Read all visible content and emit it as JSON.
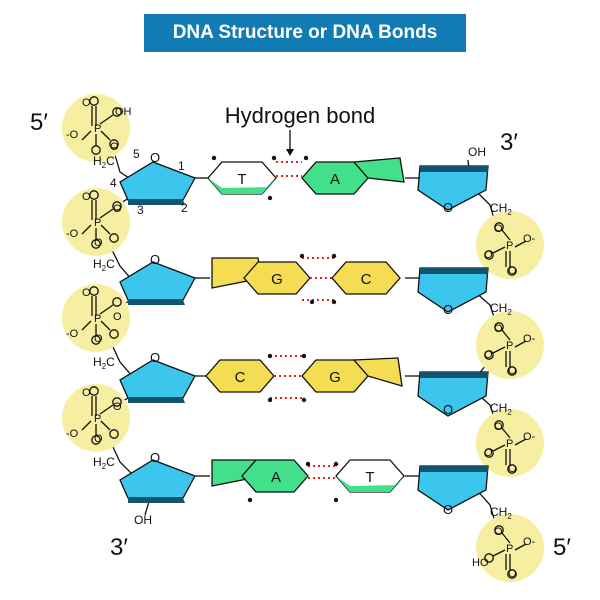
{
  "title": "DNA Structure or DNA Bonds",
  "annotations": {
    "five_prime_top": "5′",
    "three_prime_top": "3′",
    "three_prime_bottom": "3′",
    "five_prime_bottom": "5′",
    "hydrogen_bond": "Hydrogen bond"
  },
  "numbering": {
    "c1": "1",
    "c2": "2",
    "c3": "3",
    "c4": "4",
    "c5": "5"
  },
  "atoms": {
    "O": "O",
    "P": "P",
    "OH": "OH",
    "HO": "HO",
    "neg_O": "-O",
    "O_neg": "O-",
    "H2C": "H",
    "CH2": "CH",
    "sub2": "2"
  },
  "pairs": [
    {
      "left": "T",
      "right": "A"
    },
    {
      "left": "G",
      "right": "C"
    },
    {
      "left": "C",
      "right": "G"
    },
    {
      "left": "A",
      "right": "T"
    }
  ],
  "colors": {
    "title_bg": "#137bb3",
    "sugar": "#3cc6ee",
    "sugar_edge": "#12546e",
    "phosphate_circle": "#f6eea0",
    "purine_A": "#42e08b",
    "pyrimidine_T_first": "#42e08b",
    "G_C": "#f4dc53",
    "hydrogen_bond": "#e2221a"
  }
}
